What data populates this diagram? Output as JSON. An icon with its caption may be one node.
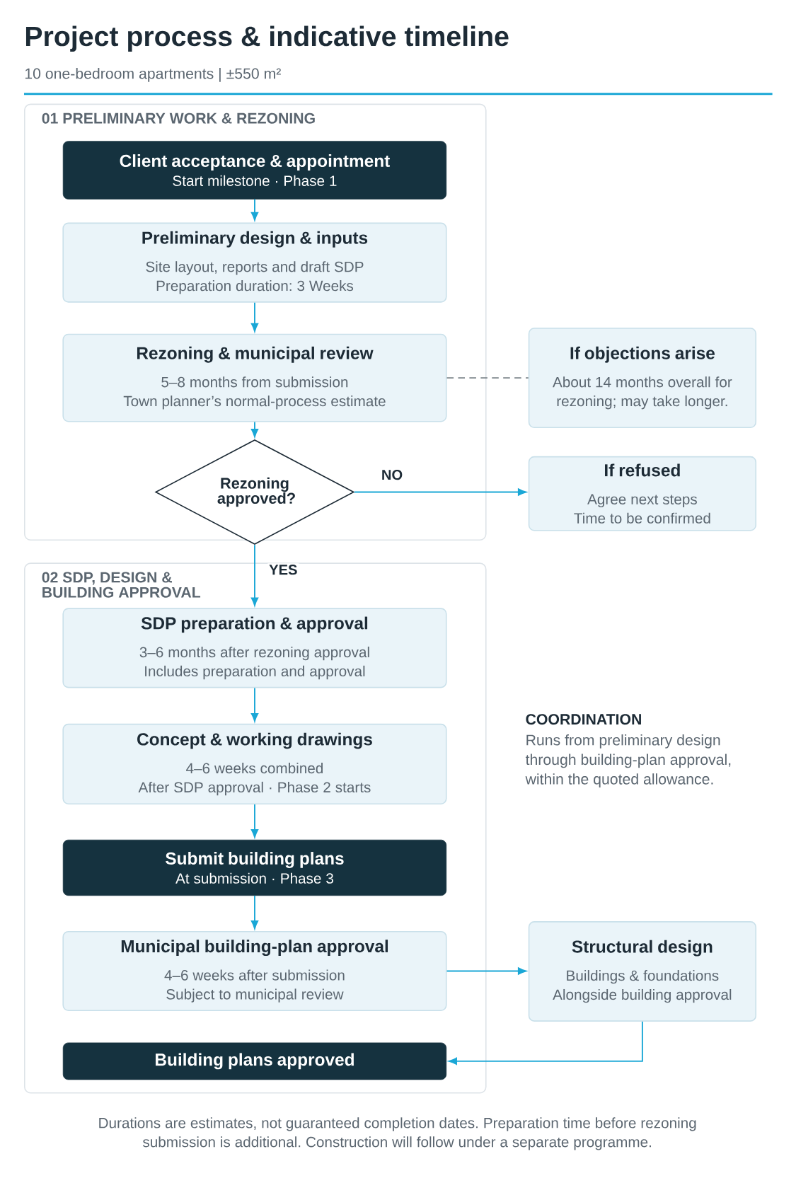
{
  "diagram": {
    "title": "Project process & indicative timeline",
    "caption": "Durations are estimates, not guaranteed completion dates. Preparation time before rezoning submission is additional. Construction will follow under a separate programme.",
    "nodes": [
      {
        "text": [
          "01  PRELIMINARY WORK & REZONING"
        ]
      },
      {
        "text": [
          "Client acceptance & appointment",
          "Start milestone · Phase 1"
        ],
        "in": 0
      },
      {
        "text": [
          "Preliminary design & inputs",
          "Site layout, reports and draft SDP",
          "Preparation duration: 3 Weeks"
        ],
        "in": 0
      },
      {
        "text": [
          "Rezoning & municipal review",
          "5–8 months from submission",
          "Town planner’s normal-process estimate"
        ],
        "in": 0
      },
      {
        "text": [
          "Rezoning approved?"
        ],
        "in": 0
      },
      {
        "text": [
          "If objections arise",
          "About 14 months overall for rezoning; may take longer."
        ]
      },
      {
        "text": [
          "If refused",
          "Agree next steps",
          "Time to be confirmed"
        ]
      },
      {
        "text": [
          "02  SDP, DESIGN & BUILDING APPROVAL"
        ]
      },
      {
        "text": [
          "SDP preparation & approval",
          "3–6 months after rezoning approval",
          "Includes preparation and approval"
        ],
        "in": 7
      },
      {
        "text": [
          "Concept & working drawings",
          "4–6 weeks combined",
          "After SDP approval · Phase 2 starts"
        ],
        "in": 7
      },
      {
        "text": [
          "Submit building plans",
          "At submission · Phase 3"
        ],
        "in": 7
      },
      {
        "text": [
          "Municipal building-plan approval",
          "4–6 weeks after submission",
          "Subject to municipal review"
        ],
        "in": 7
      },
      {
        "text": [
          "Building plans approved"
        ],
        "in": 7
      },
      {
        "text": [
          "Structural design",
          "Buildings & foundations",
          "Alongside building approval"
        ]
      }
    ],
    "edges": [
      {
        "from": 1,
        "to": 2,
        "arrow": "to"
      },
      {
        "from": 2,
        "to": 3,
        "arrow": "to"
      },
      {
        "from": 3,
        "to": 4,
        "arrow": "to"
      },
      {
        "from": 3,
        "to": 5,
        "arrow": "none",
        "style": "dashed",
        "color": "#7a8288"
      },
      {
        "from": 4,
        "to": 6,
        "arrow": "to",
        "label": "NO"
      },
      {
        "from": 4,
        "to": 8,
        "arrow": "to",
        "label": "YES"
      },
      {
        "from": 8,
        "to": 9,
        "arrow": "to"
      },
      {
        "from": 9,
        "to": 10,
        "arrow": "to"
      },
      {
        "from": 10,
        "to": 11,
        "arrow": "to"
      },
      {
        "from": 11,
        "to": 13,
        "arrow": "to"
      },
      {
        "from": 13,
        "to": 12,
        "arrow": "to"
      }
    ],
    "labels": [
      "10 one-bedroom apartments | ±550 m²",
      "COORDINATION",
      "Runs from preliminary design through building-plan approval, within the quoted allowance."
    ]
  }
}
